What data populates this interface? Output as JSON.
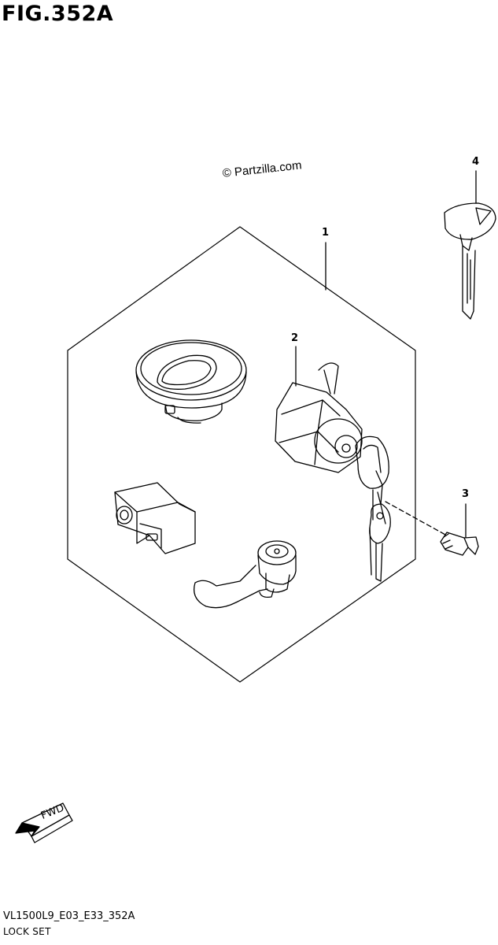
{
  "figure": {
    "title": "FIG.352A",
    "watermark": "© Partzilla.com",
    "drawing_code": "VL1500L9_E03_E33_352A",
    "caption": "LOCK SET",
    "direction_arrow_label": "FWD"
  },
  "callouts": {
    "c1": "1",
    "c2": "2",
    "c3": "3",
    "c4": "4"
  }
}
